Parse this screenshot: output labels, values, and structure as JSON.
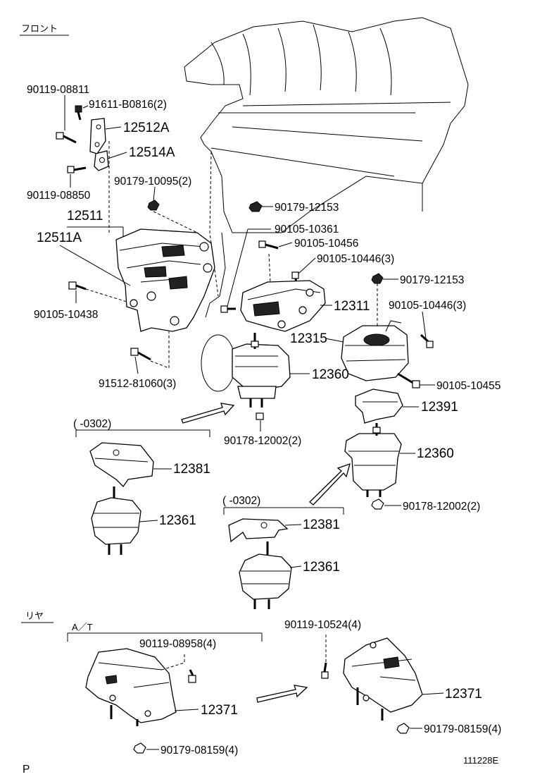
{
  "sections": {
    "front": "フロント",
    "rear": "リヤ",
    "at": "A／T"
  },
  "ranges": {
    "r1": "(   -0302)",
    "r2": "(   -0302)"
  },
  "labels": {
    "p90119_08811": "90119-08811",
    "p91611_b0816": "91611-B0816(2)",
    "p12512a": "12512A",
    "p12514a": "12514A",
    "p90179_10095": "90179-10095(2)",
    "p90119_08850": "90119-08850",
    "p12511": "12511",
    "p12511a": "12511A",
    "p90105_10438": "90105-10438",
    "p91512_81060": "91512-81060(3)",
    "p90179_12153_a": "90179-12153",
    "p90105_10361": "90105-10361",
    "p90105_10456": "90105-10456",
    "p90105_10446_a": "90105-10446(3)",
    "p90179_12153_b": "90179-12153",
    "p12311": "12311",
    "p90105_10446_b": "90105-10446(3)",
    "p12315": "12315",
    "p12360_a": "12360",
    "p90105_10455": "90105-10455",
    "p12391": "12391",
    "p90178_12002_a": "90178-12002(2)",
    "p12360_b": "12360",
    "p12381_a": "12381",
    "p12361_a": "12361",
    "p90178_12002_b": "90178-12002(2)",
    "p12381_b": "12381",
    "p12361_b": "12361",
    "p90119_10524": "90119-10524(4)",
    "p90119_08958": "90119-08958(4)",
    "p12371_a": "12371",
    "p12371_b": "12371",
    "p90179_08159_a": "90179-08159(4)",
    "p90179_08159_b": "90179-08159(4)"
  },
  "footer": {
    "page_code": "P",
    "diagram_id": "111228E"
  }
}
